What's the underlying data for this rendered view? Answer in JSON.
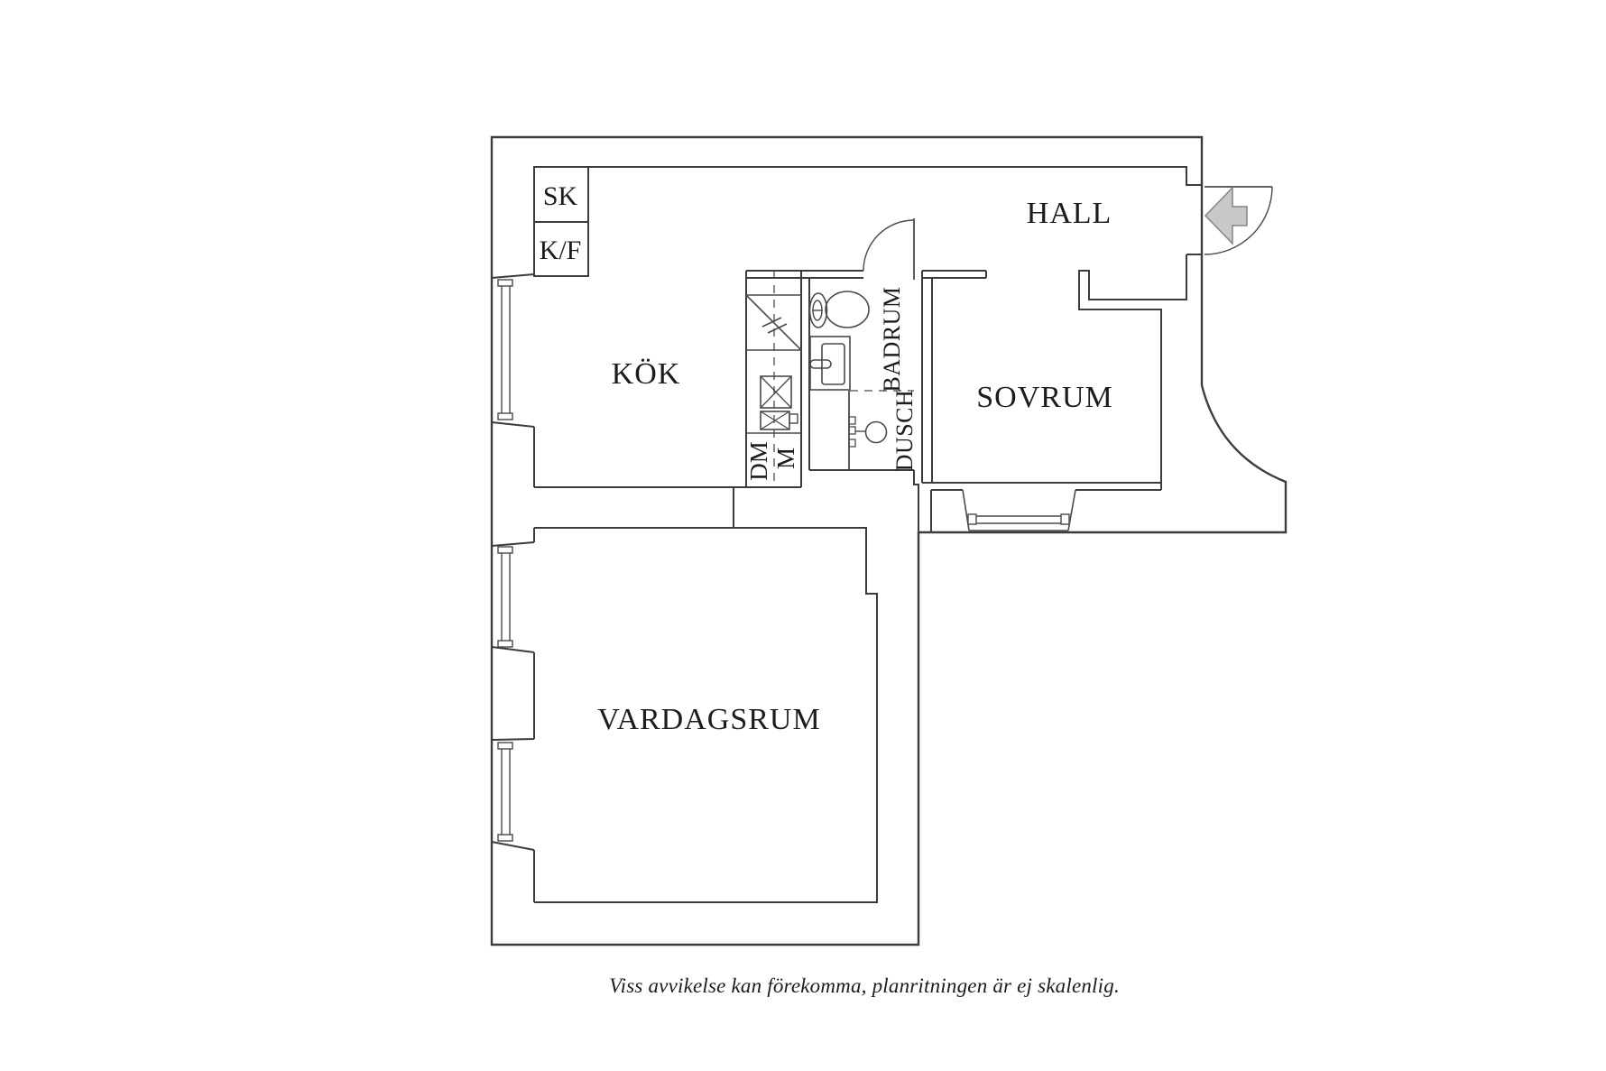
{
  "plan": {
    "title_hidden": "",
    "rooms": {
      "hall": "HALL",
      "kok": "KÖK",
      "sovrum": "SOVRUM",
      "vardagsrum": "VARDAGSRUM",
      "badrum": "BADRUM",
      "dusch": "DUSCH"
    },
    "fixtures": {
      "sk": "SK",
      "kf": "K/F",
      "dm": "DM",
      "m": "M"
    },
    "caption": "Viss avvikelse kan förekomma, planritningen är ej skalenlig.",
    "colors": {
      "wall_line": "#3c3c3c",
      "fixture_line": "#4a4a4a",
      "text": "#1c1c1c",
      "arrow_fill": "#c8c8c8",
      "arrow_stroke": "#858585",
      "background": "#ffffff"
    }
  }
}
